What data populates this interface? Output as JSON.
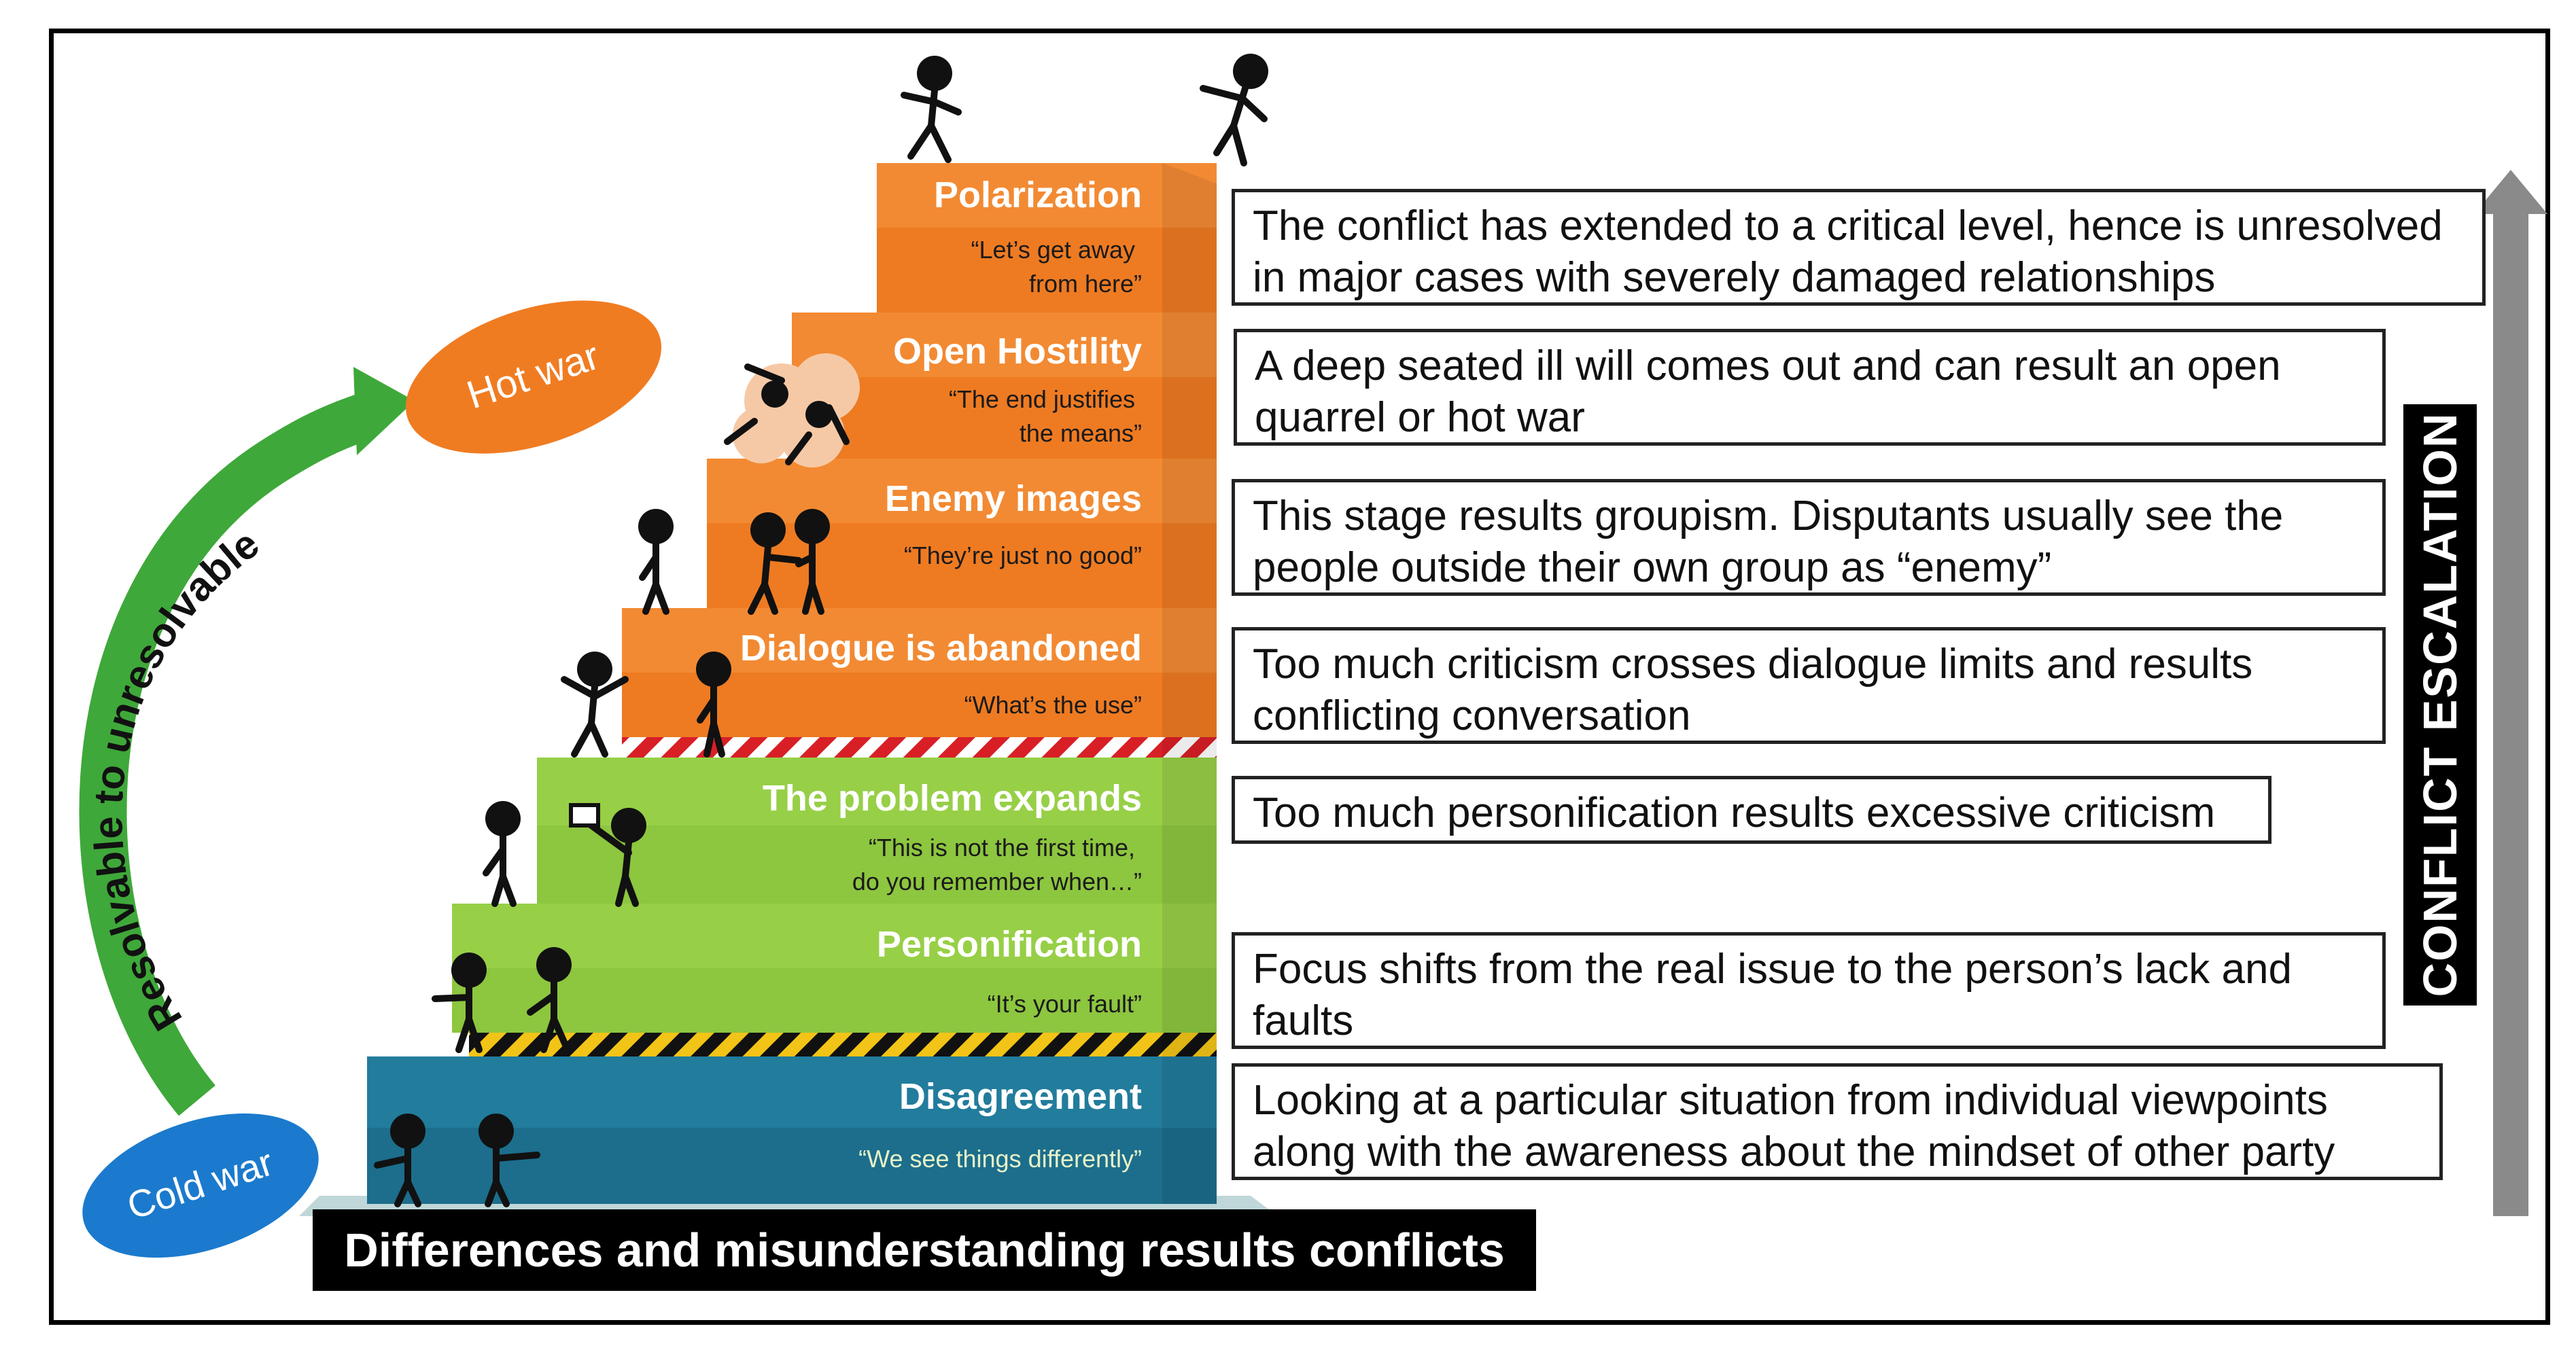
{
  "bottom_caption": "Differences and misunderstanding results conflicts",
  "side_label": "CONFLICT ESCALATION",
  "ovals": {
    "hot": "Hot war",
    "cold": "Cold war"
  },
  "curve_label": "Resolvable to unresolvable",
  "colors": {
    "orange": "#EE7B22",
    "orange_side": "#D9651A",
    "green": "#8DC63F",
    "green_side": "#74AA2E",
    "blue": "#1C6E8C",
    "blue_side": "#155873",
    "hot_oval": "#F07C22",
    "cold_oval": "#1B7ACD",
    "curve_arrow": "#3FA83A",
    "side_arrow": "#8A8A8A"
  },
  "stages": [
    {
      "title": "Disagreement",
      "quote": "“We see things differently”",
      "description": "Looking at a particular situation from individual viewpoints\nalong with the awareness about the mindset of other party"
    },
    {
      "title": "Personification",
      "quote": "“It’s your fault”",
      "description": "Focus shifts from the real issue to the person’s lack and\nfaults"
    },
    {
      "title": "The problem expands",
      "quote": "“This is not the first time,\ndo you remember when…”",
      "description": "Too much personification results excessive criticism"
    },
    {
      "title": "Dialogue is abandoned",
      "quote": "“What’s the use”",
      "description": "Too much criticism crosses dialogue limits and results\nconflicting conversation"
    },
    {
      "title": "Enemy images",
      "quote": "“They’re just no good”",
      "description": "This stage results groupism. Disputants usually see the\npeople outside their own group as “enemy”"
    },
    {
      "title": "Open Hostility",
      "quote": "“The end justifies\nthe means”",
      "description": "A deep seated ill will comes out and can result an open\nquarrel or hot war"
    },
    {
      "title": "Polarization",
      "quote": "“Let’s get away\nfrom here”",
      "description": "The conflict has extended to a critical level, hence is unresolved\nin major cases with severely damaged relationships"
    }
  ]
}
